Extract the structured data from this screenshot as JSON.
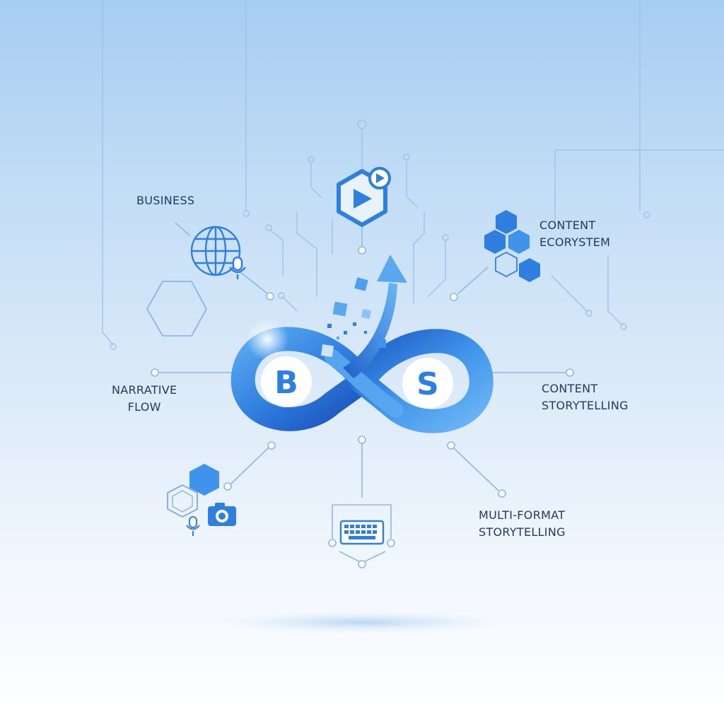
{
  "hub": {
    "letter_left": "B",
    "letter_right": "S"
  },
  "labels": {
    "business": "BUSINESS",
    "content_ecosystem": [
      "CONTENT",
      "ECORYSTEM"
    ],
    "narrative_flow": [
      "NARRATIVE",
      "FLOW"
    ],
    "content_storytelling": [
      "CONTENT",
      "STORYTELLING"
    ],
    "multi_format_storytelling": [
      "MULTI-FORMAT",
      "STORYTELLING"
    ]
  },
  "colors": {
    "line": "#8fb7e4",
    "primary_blue": "#2f7fe0",
    "deep_blue": "#1e5fc8",
    "light_blue": "#5aa9f0",
    "label_text": "#243a5a"
  },
  "icons": {
    "top": "video-play-icon",
    "top_left": "globe-icon",
    "top_right": "hexagon-cluster-icon",
    "bottom_left": "camera-icon",
    "bottom_center": "keyboard-icon",
    "center": "infinity-loop-icon",
    "arrow": "growth-arrow-icon"
  }
}
